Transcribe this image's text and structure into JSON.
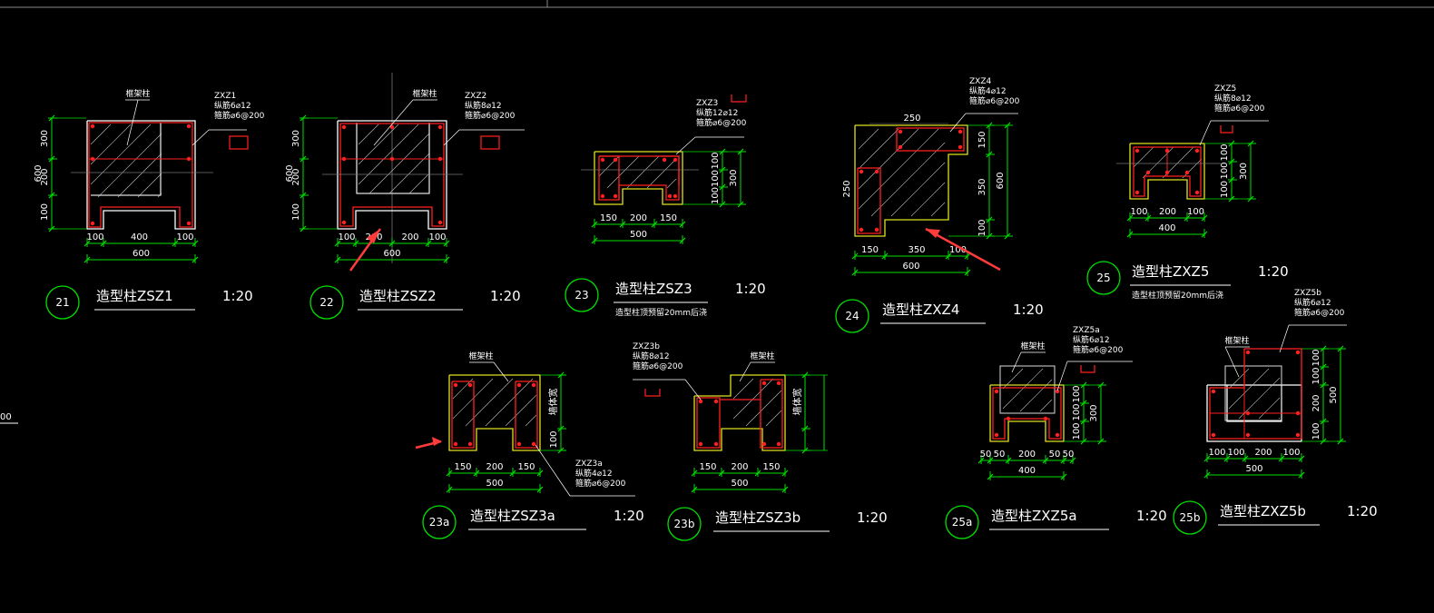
{
  "drawing": {
    "details": [
      {
        "no": "21",
        "title": "造型柱ZSZ1",
        "scale": "1:20",
        "tag": "ZXZ1",
        "bars": "纵筋6⌀12",
        "stirrup": "箍筋⌀6@200",
        "ref": "框架柱",
        "dims_v": [
          "300",
          "200",
          "100"
        ],
        "total_v": "600",
        "dims_h": [
          "100",
          "400",
          "100"
        ],
        "total_h": "600"
      },
      {
        "no": "22",
        "title": "造型柱ZSZ2",
        "scale": "1:20",
        "tag": "ZXZ2",
        "bars": "纵筋8⌀12",
        "stirrup": "箍筋⌀6@200",
        "ref": "框架柱",
        "dims_v": [
          "300",
          "200",
          "100"
        ],
        "total_v": "600",
        "dims_h": [
          "100",
          "200",
          "200",
          "100"
        ],
        "total_h": "600"
      },
      {
        "no": "23",
        "title": "造型柱ZSZ3",
        "scale": "1:20",
        "tag": "ZXZ3",
        "bars": "纵筋12⌀12",
        "stirrup": "箍筋⌀6@200",
        "note": "造型柱顶预留20mm后浇",
        "dims_v": [
          "100",
          "100",
          "100"
        ],
        "total_v": "300",
        "dims_h": [
          "150",
          "200",
          "150"
        ],
        "total_h": "500"
      },
      {
        "no": "24",
        "title": "造型柱ZXZ4",
        "scale": "1:20",
        "tag": "ZXZ4",
        "bars": "纵筋4⌀12",
        "stirrup": "箍筋⌀6@200",
        "dims_top": "250",
        "dims_left": "250",
        "dims_v": [
          "150",
          "350",
          "100"
        ],
        "total_v": "600",
        "dims_h": [
          "150",
          "350",
          "100"
        ],
        "total_h": "600"
      },
      {
        "no": "25",
        "title": "造型柱ZXZ5",
        "scale": "1:20",
        "tag": "ZXZ5",
        "bars": "纵筋8⌀12",
        "stirrup": "箍筋⌀6@200",
        "note": "造型柱顶预留20mm后浇",
        "dims_v": [
          "100",
          "100",
          "100"
        ],
        "total_v": "300",
        "dims_h": [
          "100",
          "200",
          "100"
        ],
        "total_h": "400"
      },
      {
        "no": "23a",
        "title": "造型柱ZSZ3a",
        "scale": "1:20",
        "tag": "ZXZ3a",
        "bars": "纵筋4⌀12",
        "stirrup": "箍筋⌀6@200",
        "ref": "框架柱",
        "dims_v": [
          "墙体宽",
          "100"
        ],
        "dims_h": [
          "150",
          "200",
          "150"
        ],
        "total_h": "500"
      },
      {
        "no": "23b",
        "title": "造型柱ZSZ3b",
        "scale": "1:20",
        "tag": "ZXZ3b",
        "bars": "纵筋8⌀12",
        "stirrup": "箍筋⌀6@200",
        "ref": "框架柱",
        "dims_v": [
          "墙体宽"
        ],
        "dims_h": [
          "150",
          "200",
          "150"
        ],
        "total_h": "500"
      },
      {
        "no": "25a",
        "title": "造型柱ZXZ5a",
        "scale": "1:20",
        "tag": "ZXZ5a",
        "bars": "纵筋6⌀12",
        "stirrup": "箍筋⌀6@200",
        "ref": "框架柱",
        "dims_v": [
          "100",
          "100",
          "100"
        ],
        "total_v": "300",
        "dims_h": [
          "50",
          "50",
          "200",
          "50",
          "50"
        ],
        "total_h": "400"
      },
      {
        "no": "25b",
        "title": "造型柱ZXZ5b",
        "scale": "1:20",
        "tag": "ZXZ5b",
        "bars": "纵筋6⌀12",
        "stirrup": "箍筋⌀6@200",
        "ref": "框架柱",
        "dims_v": [
          "100",
          "100",
          "200",
          "100"
        ],
        "total_v": "500",
        "dims_h": [
          "100",
          "100",
          "200",
          "100"
        ],
        "total_h": "500"
      }
    ],
    "edge_fragment": "00",
    "colors": {
      "bg": "#000000",
      "dim": "#00e000",
      "concrete": "#ffffff",
      "rebar": "#ff2020",
      "outline2": "#e0e020",
      "arrow": "#ff3b3b"
    }
  }
}
